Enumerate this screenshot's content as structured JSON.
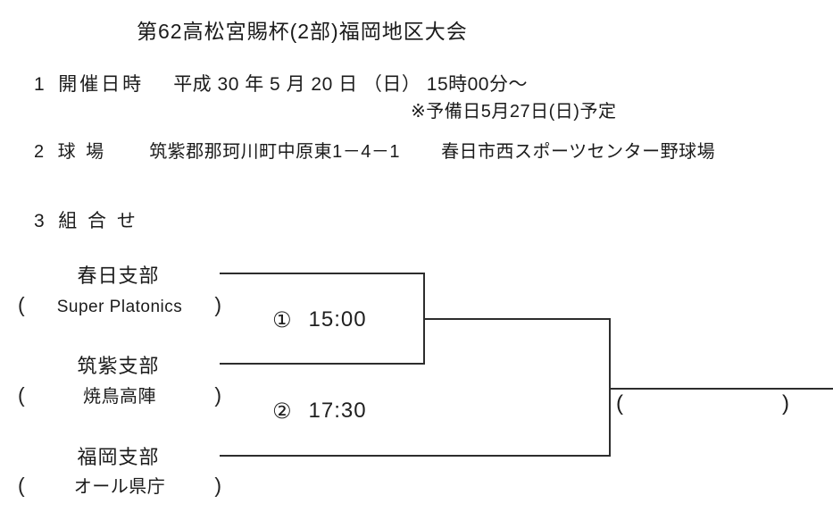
{
  "page": {
    "title": "第62高松宮賜杯(2部)福岡地区大会"
  },
  "schedule": {
    "number": "1",
    "label": "開催日時",
    "date": "平成 30 年 5 月 20 日 （日） 15時00分～",
    "reserve_note": "※予備日5月27日(日)予定"
  },
  "venue": {
    "number": "2",
    "label": "球 場",
    "address": "筑紫郡那珂川町中原東1－4－1",
    "name": "春日市西スポーツセンター野球場"
  },
  "pairings": {
    "number": "3",
    "label": "組 合 せ"
  },
  "bracket": {
    "teams": [
      {
        "branch": "春日支部",
        "name": "Super Platonics",
        "paren_open": "(",
        "paren_close": ")"
      },
      {
        "branch": "筑紫支部",
        "name": "焼鳥高陣",
        "paren_open": "(",
        "paren_close": ")"
      },
      {
        "branch": "福岡支部",
        "name": "オール県庁",
        "paren_open": "(",
        "paren_close": ")"
      }
    ],
    "matches": [
      {
        "number": "①",
        "time": "15:00"
      },
      {
        "number": "②",
        "time": "17:30"
      }
    ],
    "final": {
      "paren_open": "(",
      "paren_close": ")"
    }
  }
}
